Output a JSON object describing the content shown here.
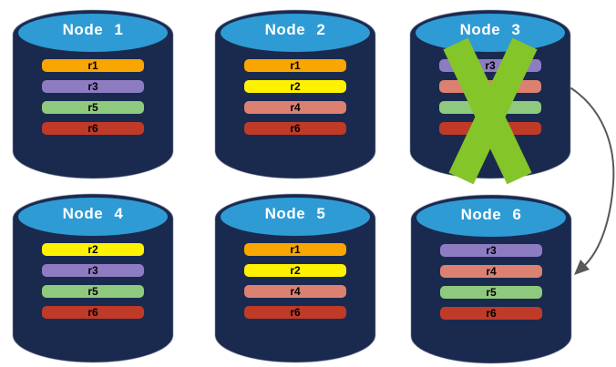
{
  "diagram": {
    "colors": {
      "cylinder_body": "#1A2A4F",
      "cylinder_top": "#2E9BD5",
      "node_title_text": "#ffffff",
      "replica_label_text": "#000000",
      "failure_x": "#84C529",
      "arrow": "#595959"
    },
    "nodes": [
      {
        "label": "Node 1",
        "failed": false,
        "replicas": [
          {
            "label": "r1",
            "color": "#F9A602"
          },
          {
            "label": "r3",
            "color": "#8E7CC3"
          },
          {
            "label": "r5",
            "color": "#8FC97D"
          },
          {
            "label": "r6",
            "color": "#C03A28"
          }
        ]
      },
      {
        "label": "Node 2",
        "failed": false,
        "replicas": [
          {
            "label": "r1",
            "color": "#F9A602"
          },
          {
            "label": "r2",
            "color": "#FFF200"
          },
          {
            "label": "r4",
            "color": "#DC8172"
          },
          {
            "label": "r6",
            "color": "#C03A28"
          }
        ]
      },
      {
        "label": "Node 3",
        "failed": true,
        "replicas": [
          {
            "label": "r3",
            "color": "#8E7CC3"
          },
          {
            "label": "r4",
            "color": "#DC8172"
          },
          {
            "label": "r5",
            "color": "#8FC97D"
          },
          {
            "label": "r6",
            "color": "#C03A28"
          }
        ]
      },
      {
        "label": "Node 4",
        "failed": false,
        "replicas": [
          {
            "label": "r2",
            "color": "#FFF200"
          },
          {
            "label": "r3",
            "color": "#8E7CC3"
          },
          {
            "label": "r5",
            "color": "#8FC97D"
          },
          {
            "label": "r6",
            "color": "#C03A28"
          }
        ]
      },
      {
        "label": "Node 5",
        "failed": false,
        "replicas": [
          {
            "label": "r1",
            "color": "#F9A602"
          },
          {
            "label": "r2",
            "color": "#FFF200"
          },
          {
            "label": "r4",
            "color": "#DC8172"
          },
          {
            "label": "r6",
            "color": "#C03A28"
          }
        ]
      },
      {
        "label": "Node 6",
        "failed": false,
        "replicas": [
          {
            "label": "r3",
            "color": "#8E7CC3"
          },
          {
            "label": "r4",
            "color": "#DC8172"
          },
          {
            "label": "r5",
            "color": "#8FC97D"
          },
          {
            "label": "r6",
            "color": "#C03A28"
          }
        ]
      }
    ],
    "arrow_connection": {
      "from": "Node 3",
      "to": "Node 6"
    }
  }
}
